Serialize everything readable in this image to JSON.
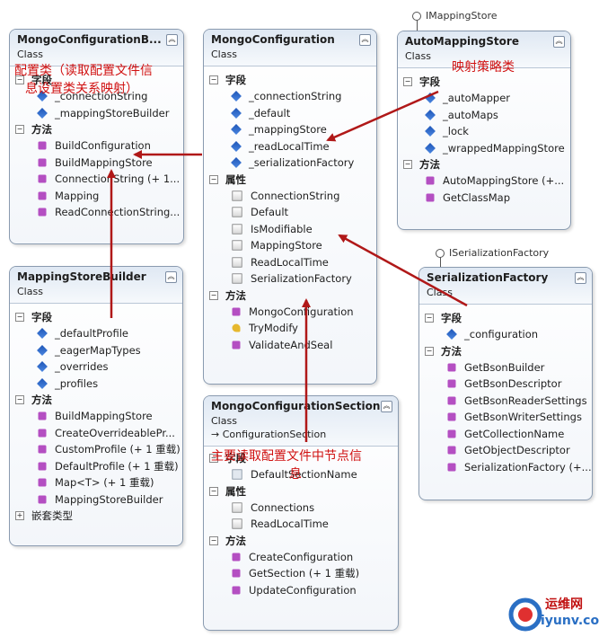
{
  "lollipops": {
    "auto_interface": "IMappingStore",
    "serial_interface": "ISerializationFactory"
  },
  "sections": {
    "fields": "字段",
    "methods": "方法",
    "properties": "属性",
    "nested_types": "嵌套类型"
  },
  "toggles": {
    "minus": "−",
    "plus": "+",
    "collapse": "︽"
  },
  "classes": {
    "builder": {
      "name": "MongoConfigurationB...",
      "type": "Class",
      "fields": [
        "_connectionString",
        "_mappingStoreBuilder"
      ],
      "methods": [
        "BuildConfiguration",
        "BuildMappingStore",
        "ConnectionString (+ 1...",
        "Mapping",
        "ReadConnectionString..."
      ]
    },
    "config": {
      "name": "MongoConfiguration",
      "type": "Class",
      "fields": [
        "_connectionString",
        "_default",
        "_mappingStore",
        "_readLocalTime",
        "_serializationFactory"
      ],
      "properties": [
        "ConnectionString",
        "Default",
        "IsModifiable",
        "MappingStore",
        "ReadLocalTime",
        "SerializationFactory"
      ],
      "methods": [
        "MongoConfiguration",
        "TryModify",
        "ValidateAndSeal"
      ]
    },
    "auto": {
      "name": "AutoMappingStore",
      "type": "Class",
      "fields": [
        "_autoMapper",
        "_autoMaps",
        "_lock",
        "_wrappedMappingStore"
      ],
      "methods": [
        "AutoMappingStore (+...",
        "GetClassMap"
      ]
    },
    "msb": {
      "name": "MappingStoreBuilder",
      "type": "Class",
      "fields": [
        "_defaultProfile",
        "_eagerMapTypes",
        "_overrides",
        "_profiles"
      ],
      "methods": [
        "BuildMappingStore",
        "CreateOverrideablePr...",
        "CustomProfile (+ 1 重载)",
        "DefaultProfile (+ 1 重载)",
        "Map<T> (+ 1 重载)",
        "MappingStoreBuilder"
      ]
    },
    "serial": {
      "name": "SerializationFactory",
      "type": "Class",
      "fields": [
        "_configuration"
      ],
      "methods": [
        "GetBsonBuilder",
        "GetBsonDescriptor",
        "GetBsonReaderSettings",
        "GetBsonWriterSettings",
        "GetCollectionName",
        "GetObjectDescriptor",
        "SerializationFactory (+..."
      ]
    },
    "section": {
      "name": "MongoConfigurationSection",
      "type": "Class",
      "base": "→ ConfigurationSection",
      "fields": [
        "DefaultSectionName"
      ],
      "properties": [
        "Connections",
        "ReadLocalTime"
      ],
      "methods": [
        "CreateConfiguration",
        "GetSection (+ 1 重载)",
        "UpdateConfiguration"
      ]
    }
  },
  "annotations": {
    "builder_line1": "配置类（读取配置文件信",
    "builder_line2": "息设置类关系映射）",
    "auto": "映射策略类",
    "section_line1": "主要读取配置文件中节点信",
    "section_line2": "息"
  },
  "watermark": {
    "line1": "运维网",
    "line2": "iyunv.com"
  },
  "colors": {
    "annotation": "#d01010",
    "arrow": "#b01818",
    "border": "#8a9bb0",
    "header": "#dfe8f3"
  }
}
